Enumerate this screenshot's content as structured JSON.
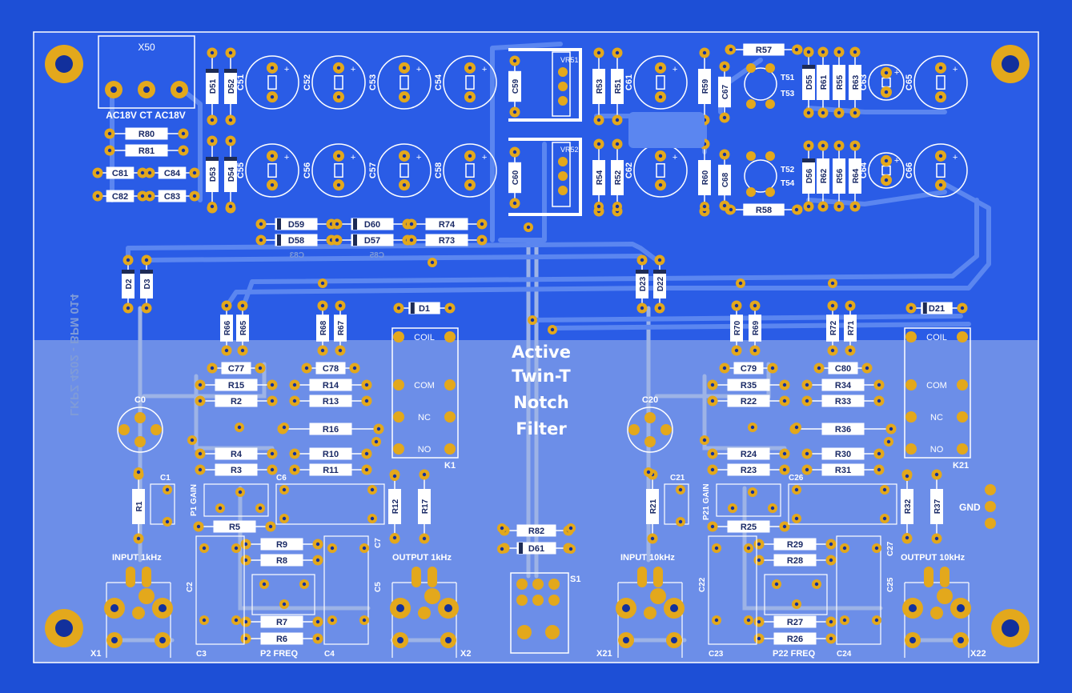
{
  "board_title": [
    "Active",
    "Twin-T",
    "Notch",
    "Filter"
  ],
  "mirrored_text": "LKPZ 4202 - BPM 014",
  "mirrored_small": [
    "C83",
    "C85"
  ],
  "colors": {
    "board": "#1d4fd6",
    "copper_top": "#2a5ce6",
    "copper_bottom": "#6c8ee8",
    "trace": "#5b86f0",
    "trace_bottom": "#8aa6e4",
    "pad": "#e3a81c",
    "drill": "#12309c",
    "silk": "#ffffff"
  },
  "connector_top": {
    "ref": "X50",
    "pins": "AC18V  CT  AC18V"
  },
  "labels": {
    "p1gain": "P1 GAIN",
    "p21gain": "P21 GAIN",
    "p2freq": "P2  FREQ",
    "p22freq": "P22  FREQ",
    "input1": "INPUT 1kHz",
    "output1": "OUTPUT 1kHz",
    "input10": "INPUT 10kHz",
    "output10": "OUTPUT 10kHz",
    "gnd": "GND",
    "coil": "COIL",
    "com": "COM",
    "nc": "NC",
    "no": "NO"
  },
  "refs": {
    "x1": "X1",
    "x2": "X2",
    "x21": "X21",
    "x22": "X22",
    "k1": "K1",
    "k21": "K21",
    "s1": "S1",
    "vr51": "VR51",
    "vr52": "VR52",
    "c0": "C0",
    "c20": "C20",
    "c1": "C1",
    "c2": "C2",
    "c3": "C3",
    "c4": "C4",
    "c5": "C5",
    "c6": "C6",
    "c7": "C7",
    "c21": "C21",
    "c22": "C22",
    "c23": "C23",
    "c24": "C24",
    "c25": "C25",
    "c26": "C26",
    "c27": "C27",
    "t51": "T51",
    "t53": "T53",
    "t52": "T52",
    "t54": "T54"
  },
  "horizontal_parts": [
    "R80",
    "R81",
    "C81",
    "C84",
    "C82",
    "C83",
    "D59",
    "D60",
    "R74",
    "D58",
    "D57",
    "R73",
    "R57",
    "R58",
    "D1",
    "D21",
    "C77",
    "C78",
    "C79",
    "C80",
    "R15",
    "R2",
    "R14",
    "R13",
    "R16",
    "R4",
    "R3",
    "R10",
    "R11",
    "R5",
    "R9",
    "R8",
    "R7",
    "R6",
    "R35",
    "R22",
    "R34",
    "R33",
    "R36",
    "R24",
    "R23",
    "R30",
    "R31",
    "R25",
    "R29",
    "R28",
    "R27",
    "R26",
    "R82",
    "D61"
  ],
  "vertical_parts": [
    "D51",
    "D52",
    "D53",
    "D54",
    "C59",
    "C60",
    "R53",
    "R51",
    "R54",
    "R52",
    "R59",
    "C67",
    "R60",
    "C68",
    "D55",
    "R61",
    "R55",
    "R63",
    "D56",
    "R62",
    "R56",
    "R64",
    "D2",
    "D3",
    "D23",
    "D22",
    "R66",
    "R65",
    "R68",
    "R67",
    "R70",
    "R69",
    "R72",
    "R71",
    "R1",
    "R12",
    "R17",
    "R21",
    "R32",
    "R37"
  ],
  "electrolytics": [
    "C51",
    "C52",
    "C53",
    "C54",
    "C55",
    "C56",
    "C57",
    "C58",
    "C61",
    "C62",
    "C63",
    "C64",
    "C65",
    "C66"
  ]
}
